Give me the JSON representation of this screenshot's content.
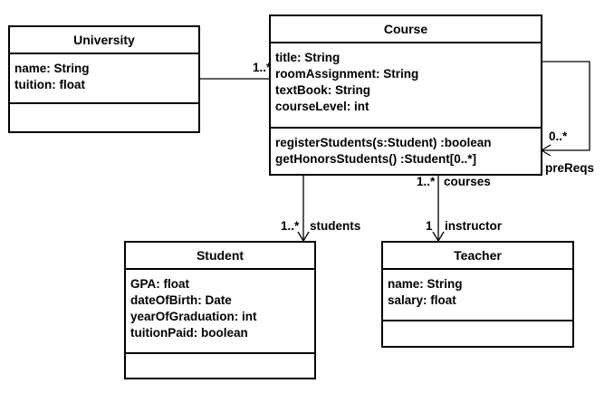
{
  "classes": {
    "university": {
      "name": "University",
      "attributes": [
        "name: String",
        "tuition: float"
      ],
      "operations": []
    },
    "course": {
      "name": "Course",
      "attributes": [
        "title: String",
        "roomAssignment: String",
        "textBook: String",
        "courseLevel: int"
      ],
      "operations": [
        "registerStudents(s:Student) :boolean",
        "getHonorsStudents() :Student[0..*]"
      ]
    },
    "student": {
      "name": "Student",
      "attributes": [
        "GPA: float",
        "dateOfBirth: Date",
        "yearOfGraduation: int",
        "tuitionPaid: boolean"
      ],
      "operations": []
    },
    "teacher": {
      "name": "Teacher",
      "attributes": [
        "name: String",
        "salary: float"
      ],
      "operations": []
    }
  },
  "associations": {
    "university_course": {
      "course_multiplicity": "1..*"
    },
    "course_self": {
      "multiplicity": "0..*",
      "role": "preReqs"
    },
    "course_student": {
      "multiplicity": "1..*",
      "role": "students"
    },
    "course_teacher": {
      "course_multiplicity": "1..*",
      "course_role": "courses",
      "teacher_multiplicity": "1",
      "teacher_role": "instructor"
    }
  }
}
